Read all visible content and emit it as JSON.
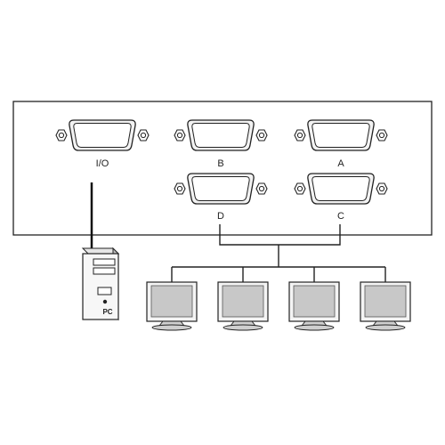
{
  "diagram": {
    "ports": [
      {
        "id": "io",
        "label": "I/O"
      },
      {
        "id": "b",
        "label": "B"
      },
      {
        "id": "a",
        "label": "A"
      },
      {
        "id": "d",
        "label": "D"
      },
      {
        "id": "c",
        "label": "C"
      }
    ],
    "pc": {
      "label": "PC"
    },
    "monitor_count": 4,
    "colors": {
      "stroke": "#222222",
      "panel_fill": "#ffffff",
      "connector_fill": "#f2f2f2",
      "screen_fill": "#c8c8c8",
      "bezel_fill": "#f4f4f4",
      "stand_fill": "#cfcfcf"
    }
  }
}
